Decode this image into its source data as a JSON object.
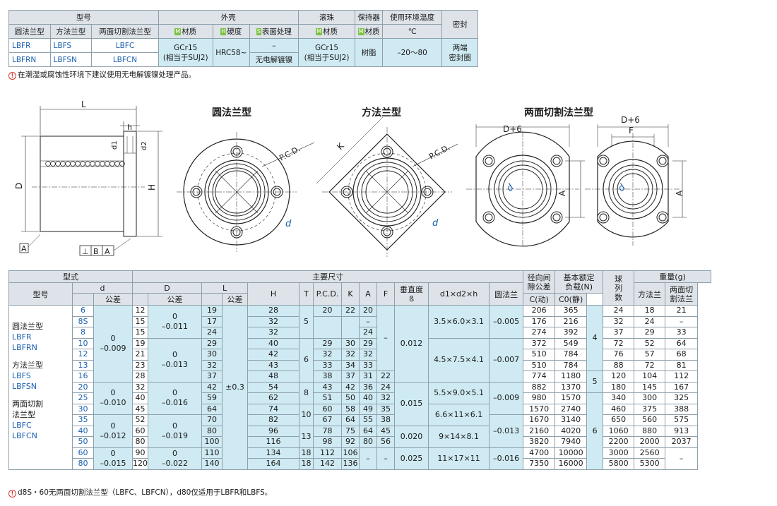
{
  "spec_table": {
    "header_groups": [
      "型号",
      "外壳",
      "滚珠",
      "保持器",
      "使用环境温度",
      "密封"
    ],
    "type_headers": [
      "圆法兰型",
      "方法兰型",
      "两面切割法兰型"
    ],
    "sub_headers": [
      "材质",
      "硬度",
      "表面处理",
      "材质",
      "材质",
      "℃"
    ],
    "badges": [
      "M",
      "H",
      "S",
      "M",
      "M"
    ],
    "rows": [
      {
        "round": "LBFR",
        "square": "LBFS",
        "cut": "LBFC"
      },
      {
        "round": "LBFRN",
        "square": "LBFSN",
        "cut": "LBFCN"
      }
    ],
    "shell_material": "GCr15",
    "shell_material_note": "(相当于SUJ2)",
    "hardness": "HRC58~",
    "surface_1": "–",
    "surface_2": "无电解镀镍",
    "ball_material": "GCr15",
    "ball_material_note": "(相当于SUJ2)",
    "retainer": "树脂",
    "temperature": "–20～80",
    "seal_1": "两端",
    "seal_2": "密封圈"
  },
  "note_top": "在潮湿或腐蚀性环境下建议使用无电解镀镍处理产品。",
  "drawings": {
    "round_title": "圆法兰型",
    "square_title": "方法兰型",
    "cut_title": "两面切割法兰型",
    "labels": {
      "L": "L",
      "h": "h",
      "d1": "d1",
      "d2": "d2",
      "D": "D",
      "H": "H",
      "A": "A",
      "datum": "⊥",
      "B": "B",
      "pcd": "P.C.D.",
      "K": "K",
      "d": "d",
      "D6": "D+6",
      "F": "F",
      "A_dim": "A"
    }
  },
  "dims_table": {
    "h_type": "型式",
    "h_main": "主要尺寸",
    "h_model": "型号",
    "h_d": "d",
    "h_tol": "公差",
    "h_D": "D",
    "h_D_tol": "公差",
    "h_L": "L",
    "h_L_tol": "公差",
    "h_H": "H",
    "h_T": "T",
    "h_PCD": "P.C.D.",
    "h_K": "K",
    "h_A": "A",
    "h_F": "F",
    "h_perp": "垂直度",
    "h_perp_sym": "ß",
    "h_d1d2h": "d1×d2×h",
    "h_radial": "径向间",
    "h_radial2": "隙公差",
    "h_load": "基本额定",
    "h_load2": "负载(N)",
    "h_C": "C(动)",
    "h_C0": "C0(静)",
    "h_ball": "球",
    "h_ball2": "列",
    "h_ball3": "数",
    "h_weight": "重量(g)",
    "h_w_round": "圆法兰",
    "h_w_square": "方法兰",
    "h_w_cut": "两面切",
    "h_w_cut2": "割法兰",
    "type_labels": [
      {
        "k": "圆法兰型",
        "b": [
          "LBFR",
          "LBFRN"
        ]
      },
      {
        "k": "方法兰型",
        "b": [
          "LBFS",
          "LBFSN"
        ]
      },
      {
        "k": "两面切割",
        "k2": "法兰型",
        "b": [
          "LBFC",
          "LBFCN"
        ]
      }
    ],
    "L_tol": "±0.3",
    "rows": [
      [
        "6",
        "12",
        "19",
        "28",
        "20",
        "22",
        "20",
        "206",
        "365",
        "24",
        "18",
        "21"
      ],
      [
        "8S",
        "15",
        "17",
        "32",
        "",
        "",
        "–",
        "176",
        "216",
        "32",
        "24",
        "–"
      ],
      [
        "8",
        "15",
        "24",
        "32",
        "",
        "",
        "24",
        "274",
        "392",
        "37",
        "29",
        "33"
      ],
      [
        "10",
        "19",
        "29",
        "40",
        "29",
        "30",
        "29",
        "372",
        "549",
        "72",
        "52",
        "64"
      ],
      [
        "12",
        "21",
        "30",
        "42",
        "32",
        "32",
        "32",
        "510",
        "784",
        "76",
        "57",
        "68"
      ],
      [
        "13",
        "23",
        "32",
        "43",
        "33",
        "34",
        "33",
        "510",
        "784",
        "88",
        "72",
        "81"
      ],
      [
        "16",
        "28",
        "37",
        "48",
        "38",
        "37",
        "31",
        "774",
        "1180",
        "120",
        "104",
        "112"
      ],
      [
        "20",
        "32",
        "42",
        "54",
        "43",
        "42",
        "36",
        "882",
        "1370",
        "180",
        "145",
        "167"
      ],
      [
        "25",
        "40",
        "59",
        "62",
        "51",
        "50",
        "40",
        "980",
        "1570",
        "340",
        "300",
        "325"
      ],
      [
        "30",
        "45",
        "64",
        "74",
        "60",
        "58",
        "49",
        "1570",
        "2740",
        "460",
        "375",
        "388"
      ],
      [
        "35",
        "52",
        "70",
        "82",
        "67",
        "64",
        "55",
        "1670",
        "3140",
        "650",
        "560",
        "575"
      ],
      [
        "40",
        "60",
        "80",
        "96",
        "78",
        "75",
        "64",
        "2160",
        "4020",
        "1060",
        "880",
        "913"
      ],
      [
        "50",
        "80",
        "100",
        "116",
        "98",
        "92",
        "80",
        "3820",
        "7940",
        "2200",
        "2000",
        "2037"
      ],
      [
        "60",
        "90",
        "110",
        "134",
        "112",
        "106",
        "",
        "4700",
        "10000",
        "3000",
        "2560",
        ""
      ],
      [
        "80",
        "120",
        "140",
        "164",
        "142",
        "136",
        "",
        "7350",
        "16000",
        "5800",
        "5300",
        ""
      ]
    ],
    "F_vals": [
      "24",
      "22",
      "24",
      "29",
      "32",
      "33",
      "38",
      "45",
      "49",
      "55",
      "64",
      "80"
    ],
    "F_col": [
      "",
      "",
      "",
      "",
      "",
      "",
      "22",
      "24",
      "32",
      "35",
      "38",
      "45",
      "56"
    ],
    "d_tol": [
      "0\n–0.009",
      "0\n–0.010",
      "0\n–0.012",
      "0\n–0.015"
    ],
    "D_tol": [
      "0\n–0.011",
      "0\n–0.013",
      "0\n–0.016",
      "0\n–0.019",
      "0\n–0.022"
    ],
    "T_vals": [
      "5",
      "6",
      "8",
      "10",
      "13",
      "18",
      "18"
    ],
    "perp": [
      "0.012",
      "0.015",
      "0.020",
      "0.025"
    ],
    "d1d2h": [
      "3.5×6.0×3.1",
      "4.5×7.5×4.1",
      "5.5×9.0×5.1",
      "6.6×11×6.1",
      "9×14×8.1",
      "11×17×11"
    ],
    "radial": [
      "–0.005",
      "–0.007",
      "–0.009",
      "–0.013",
      "–0.016"
    ],
    "balls": [
      "4",
      "5",
      "6"
    ],
    "dash": "–"
  },
  "note_bottom": "d8S・60无两面切割法兰型（LBFC、LBFCN），d80仅适用于LBFR和LBFS。"
}
